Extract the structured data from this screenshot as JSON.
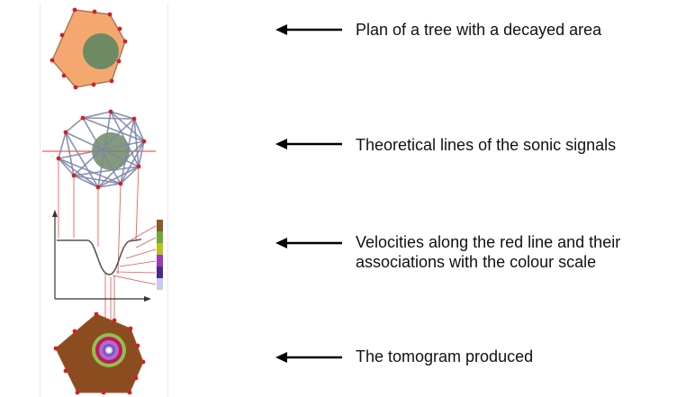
{
  "colors": {
    "tree_fill": "#f4a870",
    "decay_fill": "#6d8a63",
    "node_red": "#d61f24",
    "signal_line": "#7c86a6",
    "red_line": "#e03a2e",
    "tomogram_fill": "#8b4d1f",
    "arrow": "#000000"
  },
  "color_scale": [
    "#8a5a2b",
    "#6fa83a",
    "#b9c21d",
    "#9a3bb7",
    "#4b2a8c",
    "#c9c6f2"
  ],
  "annotations": [
    {
      "lines": [
        "Plan of a tree with a decayed area"
      ]
    },
    {
      "lines": [
        "Theoretical lines of the sonic signals"
      ]
    },
    {
      "lines": [
        "Velocities along the red line and their",
        "associations with the colour scale"
      ]
    },
    {
      "lines": [
        "The tomogram produced"
      ]
    }
  ]
}
